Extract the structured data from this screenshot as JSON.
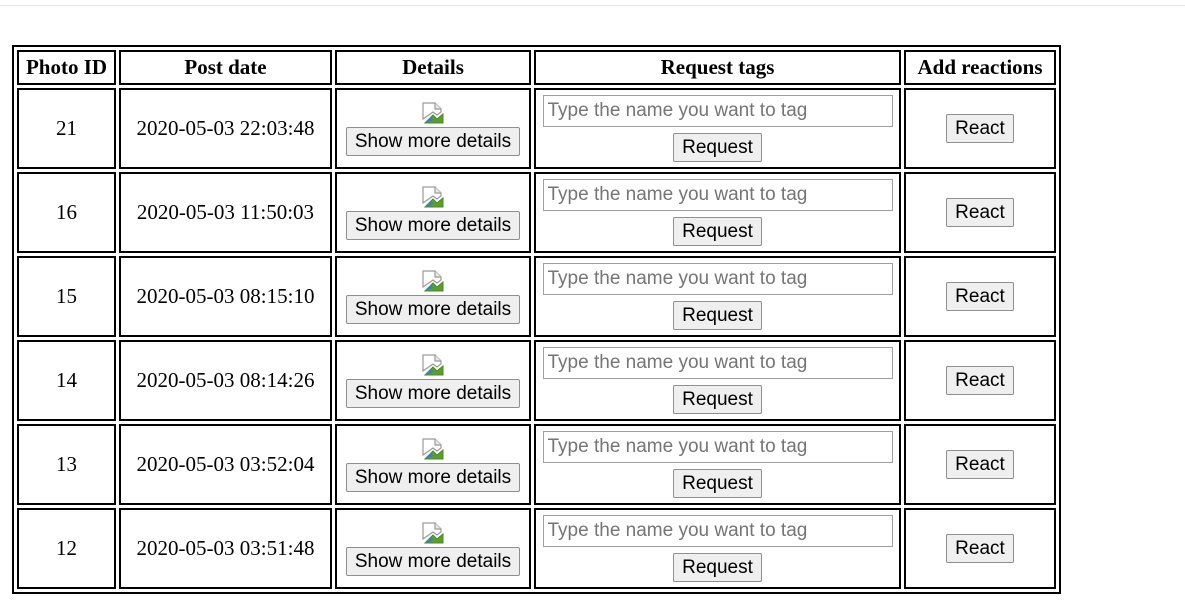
{
  "table": {
    "headers": {
      "photo_id": "Photo ID",
      "post_date": "Post date",
      "details": "Details",
      "request_tags": "Request tags",
      "add_reactions": "Add reactions"
    },
    "rows": [
      {
        "photo_id": "21",
        "post_date": "2020-05-03 22:03:48"
      },
      {
        "photo_id": "16",
        "post_date": "2020-05-03 11:50:03"
      },
      {
        "photo_id": "15",
        "post_date": "2020-05-03 08:15:10"
      },
      {
        "photo_id": "14",
        "post_date": "2020-05-03 08:14:26"
      },
      {
        "photo_id": "13",
        "post_date": "2020-05-03 03:52:04"
      },
      {
        "photo_id": "12",
        "post_date": "2020-05-03 03:51:48"
      }
    ],
    "details_button_label": "Show more details",
    "tag_input_placeholder": "Type the name you want to tag",
    "request_button_label": "Request",
    "react_button_label": "React",
    "image_icon": "broken-image-icon"
  }
}
